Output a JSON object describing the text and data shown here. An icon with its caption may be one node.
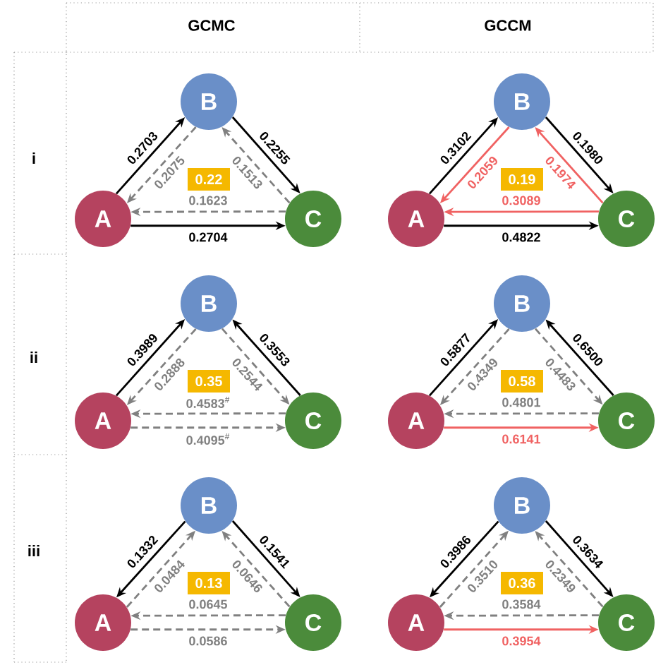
{
  "diagram": {
    "nodes": [
      {
        "text": [
          "B"
        ]
      },
      {
        "text": [
          "0.22"
        ]
      },
      {
        "text": [
          "A"
        ]
      },
      {
        "text": [
          "C"
        ]
      },
      {
        "text": [
          "B"
        ]
      },
      {
        "text": [
          "0.19"
        ]
      },
      {
        "text": [
          "A"
        ]
      },
      {
        "text": [
          "C"
        ]
      },
      {
        "text": [
          "B"
        ]
      },
      {
        "text": [
          "0.35"
        ]
      },
      {
        "text": [
          "A"
        ]
      },
      {
        "text": [
          "C"
        ]
      },
      {
        "text": [
          "B"
        ]
      },
      {
        "text": [
          "0.58"
        ]
      },
      {
        "text": [
          "A"
        ]
      },
      {
        "text": [
          "C"
        ]
      },
      {
        "text": [
          "B"
        ]
      },
      {
        "text": [
          "0.13"
        ]
      },
      {
        "text": [
          "A"
        ]
      },
      {
        "text": [
          "C"
        ]
      },
      {
        "text": [
          "B"
        ]
      },
      {
        "text": [
          "0.36"
        ]
      },
      {
        "text": [
          "A"
        ]
      },
      {
        "text": [
          "C"
        ]
      }
    ],
    "edges": [
      {
        "from": 2,
        "to": 0,
        "arrow": "to",
        "label": "0.2703",
        "color": "#000000"
      },
      {
        "from": 0,
        "to": 2,
        "arrow": "to",
        "label": "0.2075",
        "style": "dashed"
      },
      {
        "from": 0,
        "to": 3,
        "arrow": "to",
        "label": "0.2255",
        "color": "#000000"
      },
      {
        "from": 3,
        "to": 0,
        "arrow": "to",
        "label": "0.1513",
        "style": "dashed"
      },
      {
        "from": 2,
        "to": 3,
        "arrow": "to",
        "label": "0.2704",
        "color": "#000000"
      },
      {
        "from": 3,
        "to": 2,
        "arrow": "to",
        "label": "0.1623",
        "style": "dashed"
      },
      {
        "from": 6,
        "to": 4,
        "arrow": "to",
        "label": "0.3102",
        "color": "#000000"
      },
      {
        "from": 4,
        "to": 6,
        "arrow": "to",
        "label": "0.2059",
        "color": "#f06262"
      },
      {
        "from": 4,
        "to": 7,
        "arrow": "to",
        "label": "0.1980",
        "color": "#000000"
      },
      {
        "from": 7,
        "to": 4,
        "arrow": "to",
        "label": "0.1974",
        "color": "#f06262"
      },
      {
        "from": 6,
        "to": 7,
        "arrow": "to",
        "label": "0.4822",
        "color": "#000000"
      },
      {
        "from": 7,
        "to": 6,
        "arrow": "to",
        "label": "0.3089",
        "color": "#f06262"
      },
      {
        "from": 10,
        "to": 8,
        "arrow": "to",
        "label": "0.3989",
        "color": "#000000"
      },
      {
        "from": 8,
        "to": 10,
        "arrow": "to",
        "label": "0.2888",
        "style": "dashed"
      },
      {
        "from": 11,
        "to": 8,
        "arrow": "to",
        "label": "0.3553",
        "color": "#000000"
      },
      {
        "from": 8,
        "to": 11,
        "arrow": "to",
        "label": "0.2544",
        "style": "dashed"
      },
      {
        "from": 10,
        "to": 11,
        "arrow": "to",
        "label": "0.4095$^{#}$",
        "style": "dashed"
      },
      {
        "from": 11,
        "to": 10,
        "arrow": "to",
        "label": "0.4583$^{#}$",
        "style": "dashed"
      },
      {
        "from": 14,
        "to": 12,
        "arrow": "to",
        "label": "0.5877",
        "color": "#000000"
      },
      {
        "from": 12,
        "to": 14,
        "arrow": "to",
        "label": "0.4349",
        "style": "dashed"
      },
      {
        "from": 15,
        "to": 12,
        "arrow": "to",
        "label": "0.6500",
        "color": "#000000"
      },
      {
        "from": 12,
        "to": 15,
        "arrow": "to",
        "label": "0.4483",
        "style": "dashed"
      },
      {
        "from": 14,
        "to": 15,
        "arrow": "to",
        "label": "0.6141",
        "color": "#f06262"
      },
      {
        "from": 15,
        "to": 14,
        "arrow": "to",
        "label": "0.4801",
        "style": "dashed"
      },
      {
        "from": 16,
        "to": 18,
        "arrow": "to",
        "label": "0.1332",
        "color": "#000000"
      },
      {
        "from": 18,
        "to": 16,
        "arrow": "to",
        "label": "0.0484",
        "style": "dashed"
      },
      {
        "from": 16,
        "to": 19,
        "arrow": "to",
        "label": "0.1541",
        "color": "#000000"
      },
      {
        "from": 19,
        "to": 16,
        "arrow": "to",
        "label": "0.0646",
        "style": "dashed"
      },
      {
        "from": 18,
        "to": 19,
        "arrow": "to",
        "label": "0.0586",
        "style": "dashed"
      },
      {
        "from": 19,
        "to": 18,
        "arrow": "to",
        "label": "0.0645",
        "style": "dashed"
      },
      {
        "from": 20,
        "to": 22,
        "arrow": "to",
        "label": "0.3986",
        "color": "#000000"
      },
      {
        "from": 22,
        "to": 20,
        "arrow": "to",
        "label": "0.3510",
        "style": "dashed"
      },
      {
        "from": 20,
        "to": 23,
        "arrow": "to",
        "label": "0.3634",
        "color": "#000000"
      },
      {
        "from": 23,
        "to": 20,
        "arrow": "to",
        "label": "0.2349",
        "style": "dashed"
      },
      {
        "from": 22,
        "to": 23,
        "arrow": "to",
        "label": "0.3954",
        "color": "#f06262"
      },
      {
        "from": 23,
        "to": 22,
        "arrow": "to",
        "label": "0.3584",
        "style": "dashed"
      }
    ],
    "labels": [
      "GCMC",
      "GCCM",
      "i",
      "ii",
      "iii"
    ]
  }
}
